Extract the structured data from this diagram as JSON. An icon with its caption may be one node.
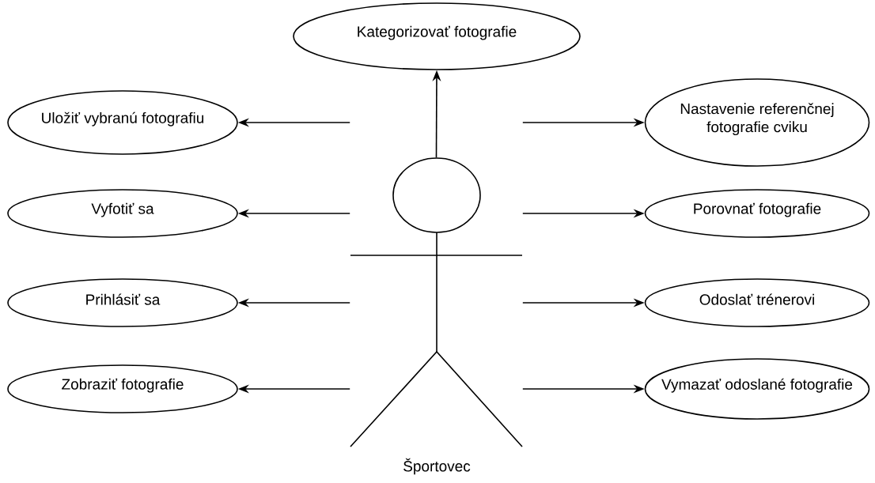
{
  "diagram": {
    "nodes": [
      {
        "text": [
          "Športovec"
        ]
      },
      {
        "text": [
          "Kategorizovať fotografie"
        ]
      },
      {
        "text": [
          "Uložiť vybranú fotografiu"
        ]
      },
      {
        "text": [
          "Vyfotiť sa"
        ]
      },
      {
        "text": [
          "Prihlásiť sa"
        ]
      },
      {
        "text": [
          "Zobraziť fotografie"
        ]
      },
      {
        "text": [
          "Nastavenie referenčnej fotografie cviku"
        ]
      },
      {
        "text": [
          "Porovnať fotografie"
        ]
      },
      {
        "text": [
          "Odoslať trénerovi"
        ]
      },
      {
        "text": [
          "Vymazať odoslané fotografie"
        ]
      }
    ],
    "edges": [
      {
        "from": 0,
        "to": 1,
        "arrow": "to"
      },
      {
        "from": 0,
        "to": 2,
        "arrow": "to"
      },
      {
        "from": 0,
        "to": 3,
        "arrow": "to"
      },
      {
        "from": 0,
        "to": 4,
        "arrow": "to"
      },
      {
        "from": 0,
        "to": 5,
        "arrow": "to"
      },
      {
        "from": 0,
        "to": 6,
        "arrow": "to"
      },
      {
        "from": 0,
        "to": 7,
        "arrow": "to"
      },
      {
        "from": 0,
        "to": 8,
        "arrow": "to"
      },
      {
        "from": 0,
        "to": 9,
        "arrow": "to"
      }
    ]
  }
}
